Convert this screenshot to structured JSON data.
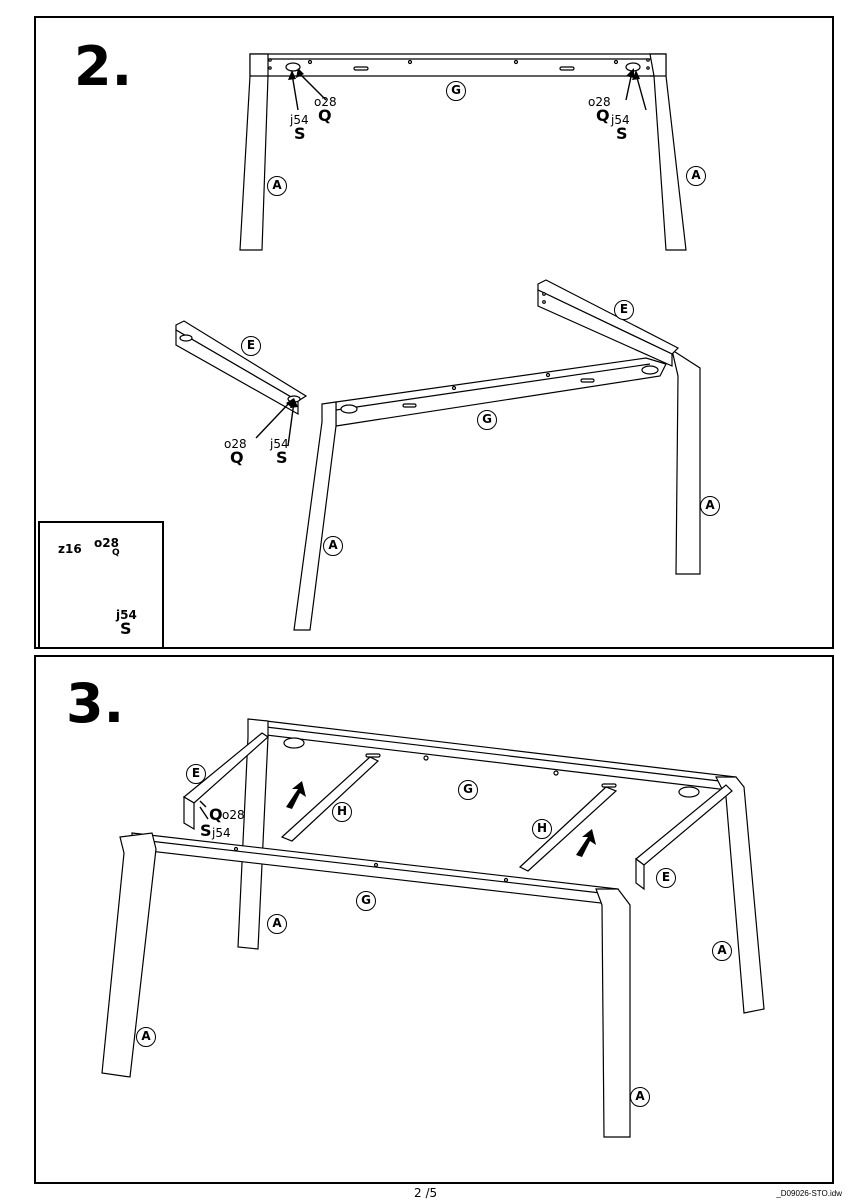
{
  "steps": [
    {
      "number": "2.",
      "parts": {
        "leg": "A",
        "frame": "G",
        "side": "E"
      },
      "callouts": [
        {
          "q_size": "o28",
          "q_letter": "Q",
          "s_size": "j54",
          "s_letter": "S"
        },
        {
          "q_size": "o28",
          "q_letter": "Q",
          "s_size": "j54",
          "s_letter": "S"
        },
        {
          "q_size": "o28",
          "q_letter": "Q",
          "s_size": "j54",
          "s_letter": "S"
        }
      ],
      "inset": {
        "tool": "z16",
        "q_size": "o28",
        "q_letter": "Q",
        "s_size": "j54",
        "s_letter": "S"
      }
    },
    {
      "number": "3.",
      "parts": {
        "leg": "A",
        "frame": "G",
        "side": "E",
        "slat": "H"
      },
      "callout": {
        "q_letter": "Q",
        "q_size": "o28",
        "s_letter": "S",
        "s_size": "j54"
      }
    }
  ],
  "footer": {
    "page": "2 /5",
    "file": "_D09026-STO.idw"
  }
}
